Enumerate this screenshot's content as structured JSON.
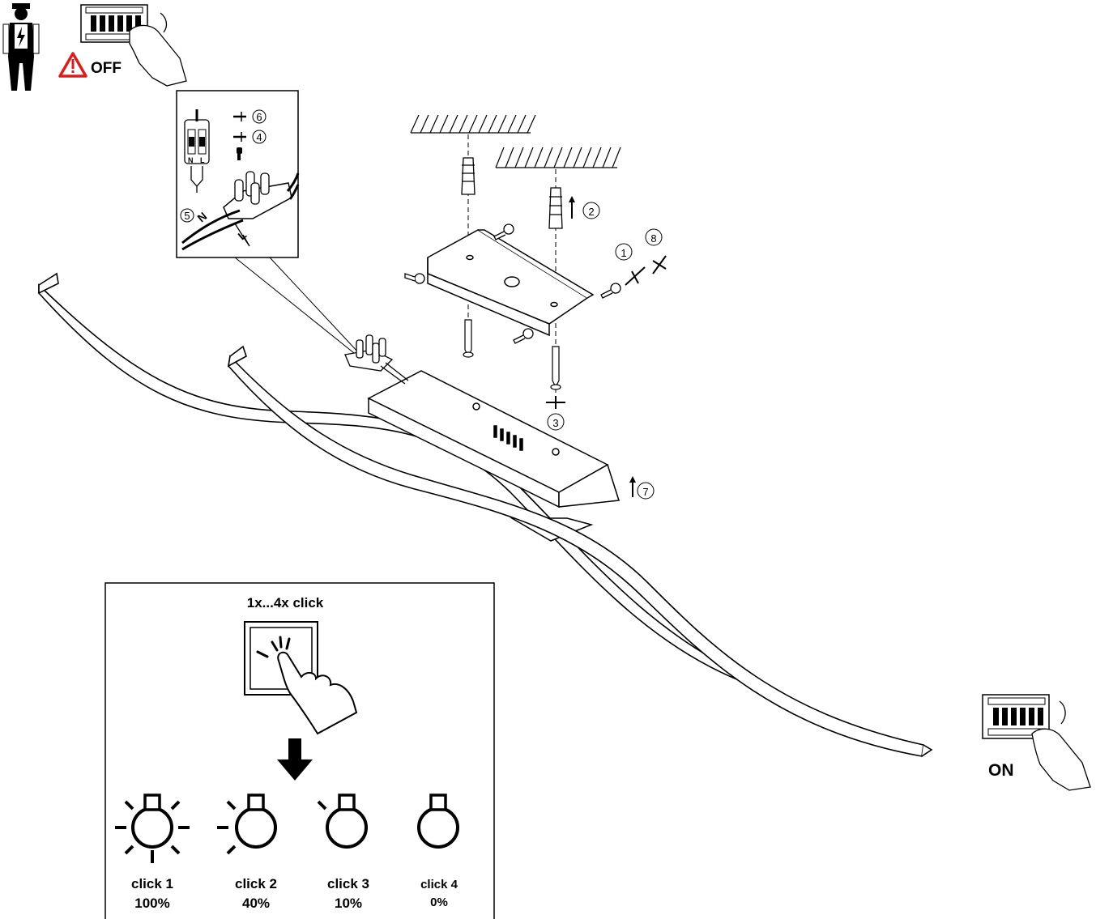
{
  "warning": {
    "off_label": "OFF",
    "on_label": "ON"
  },
  "wiring": {
    "terminal_n": "N",
    "terminal_l": "L",
    "wire_n": "N",
    "wire_l": "L"
  },
  "callouts": [
    "①",
    "②",
    "③",
    "④",
    "⑤",
    "⑥",
    "⑦",
    "⑧"
  ],
  "switch_panel": {
    "title": "1x...4x click",
    "steps": [
      {
        "click": "click 1",
        "level": "100%"
      },
      {
        "click": "click 2",
        "level": "40%"
      },
      {
        "click": "click 3",
        "level": "10%"
      },
      {
        "click": "click 4",
        "level": "0%"
      }
    ]
  },
  "icons": [
    "electrician-icon",
    "warning-triangle-icon",
    "breaker-off-icon",
    "breaker-on-icon",
    "hand-icon",
    "switch-press-icon",
    "arrow-down-icon",
    "bulb-icon"
  ]
}
